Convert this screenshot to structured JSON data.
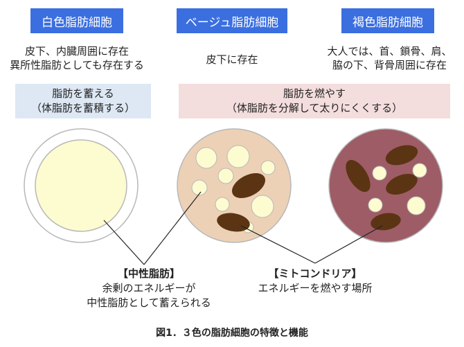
{
  "cells": [
    {
      "title": "白色脂肪細胞",
      "description": [
        "皮下、内臓周囲に存在",
        "異所性脂肪としても存在する"
      ],
      "fill": "#ffffff",
      "inner_fill": "#fdfbd0"
    },
    {
      "title": "ベージュ脂肪細胞",
      "description": [
        "皮下に存在"
      ],
      "fill": "#ecd1b6"
    },
    {
      "title": "褐色脂肪細胞",
      "description": [
        "大人では、首、鎖骨、肩、",
        "脇の下、背骨周囲に存在"
      ],
      "fill": "#9e5c66"
    }
  ],
  "functions": [
    {
      "lines": [
        "脂肪を蓄える",
        "（体脂肪を蓄積する）"
      ],
      "color": "#dde8f4"
    },
    {
      "lines": [
        "脂肪を燃やす",
        "（体脂肪を分解して太りにくくする）"
      ],
      "color": "#f4dddd"
    }
  ],
  "callouts": [
    {
      "head": "【中性脂肪】",
      "lines": [
        "余剰のエネルギーが",
        "中性脂肪として蓄えられる"
      ]
    },
    {
      "head": "【ミトコンドリア】",
      "lines": [
        "エネルギーを燃やす場所"
      ]
    }
  ],
  "colors": {
    "title_box": "#3b6fe0",
    "lipid_droplet": "#fdfbd0",
    "mitochondria": "#5b3414"
  },
  "caption": "図1．３色の脂肪細胞の特徴と機能"
}
